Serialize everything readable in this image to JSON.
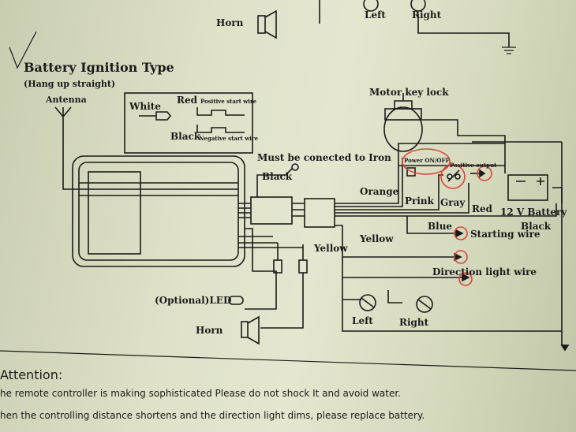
{
  "header": {
    "horn_top": "Horn",
    "left_top": "Left",
    "right_top": "Right"
  },
  "title": "Battery Ignition Type",
  "labels": {
    "hang_up": "(Hang up straight)",
    "antenna": "Antenna",
    "white": "White",
    "red": "Red",
    "positive_start_wire": "Positive start wire",
    "black_neg": "Black",
    "negative_start_wire": "Negative start wire",
    "must_be_connected": "Must be conected to Iron",
    "black": "Black",
    "motor_key_lock": "Motor key lock",
    "power_on_off": "Power ON/OFF",
    "positive_output": "Positive output",
    "orange": "Orange",
    "prink": "Prink",
    "gray": "Gray",
    "red_wire": "Red",
    "battery": "12 V Battery",
    "black_wire": "Black",
    "blue": "Blue",
    "starting_wire": "Starting wire",
    "yellow_1": "Yellow",
    "yellow_2": "Yellow",
    "direction_light_wire": "Direction light wire",
    "optional_led": "(Optional)LED",
    "horn": "Horn",
    "left": "Left",
    "right": "Right"
  },
  "attention": {
    "heading": "Attention:",
    "line1": "he remote controller is making sophisticated Please do not shock It and avoid water.",
    "line2": "hen the controlling distance shortens and the direction light dims, please replace battery."
  },
  "colors": {
    "paper": "#dfe2c9",
    "ink": "#1b1b1b",
    "highlight": "#d9453a"
  }
}
